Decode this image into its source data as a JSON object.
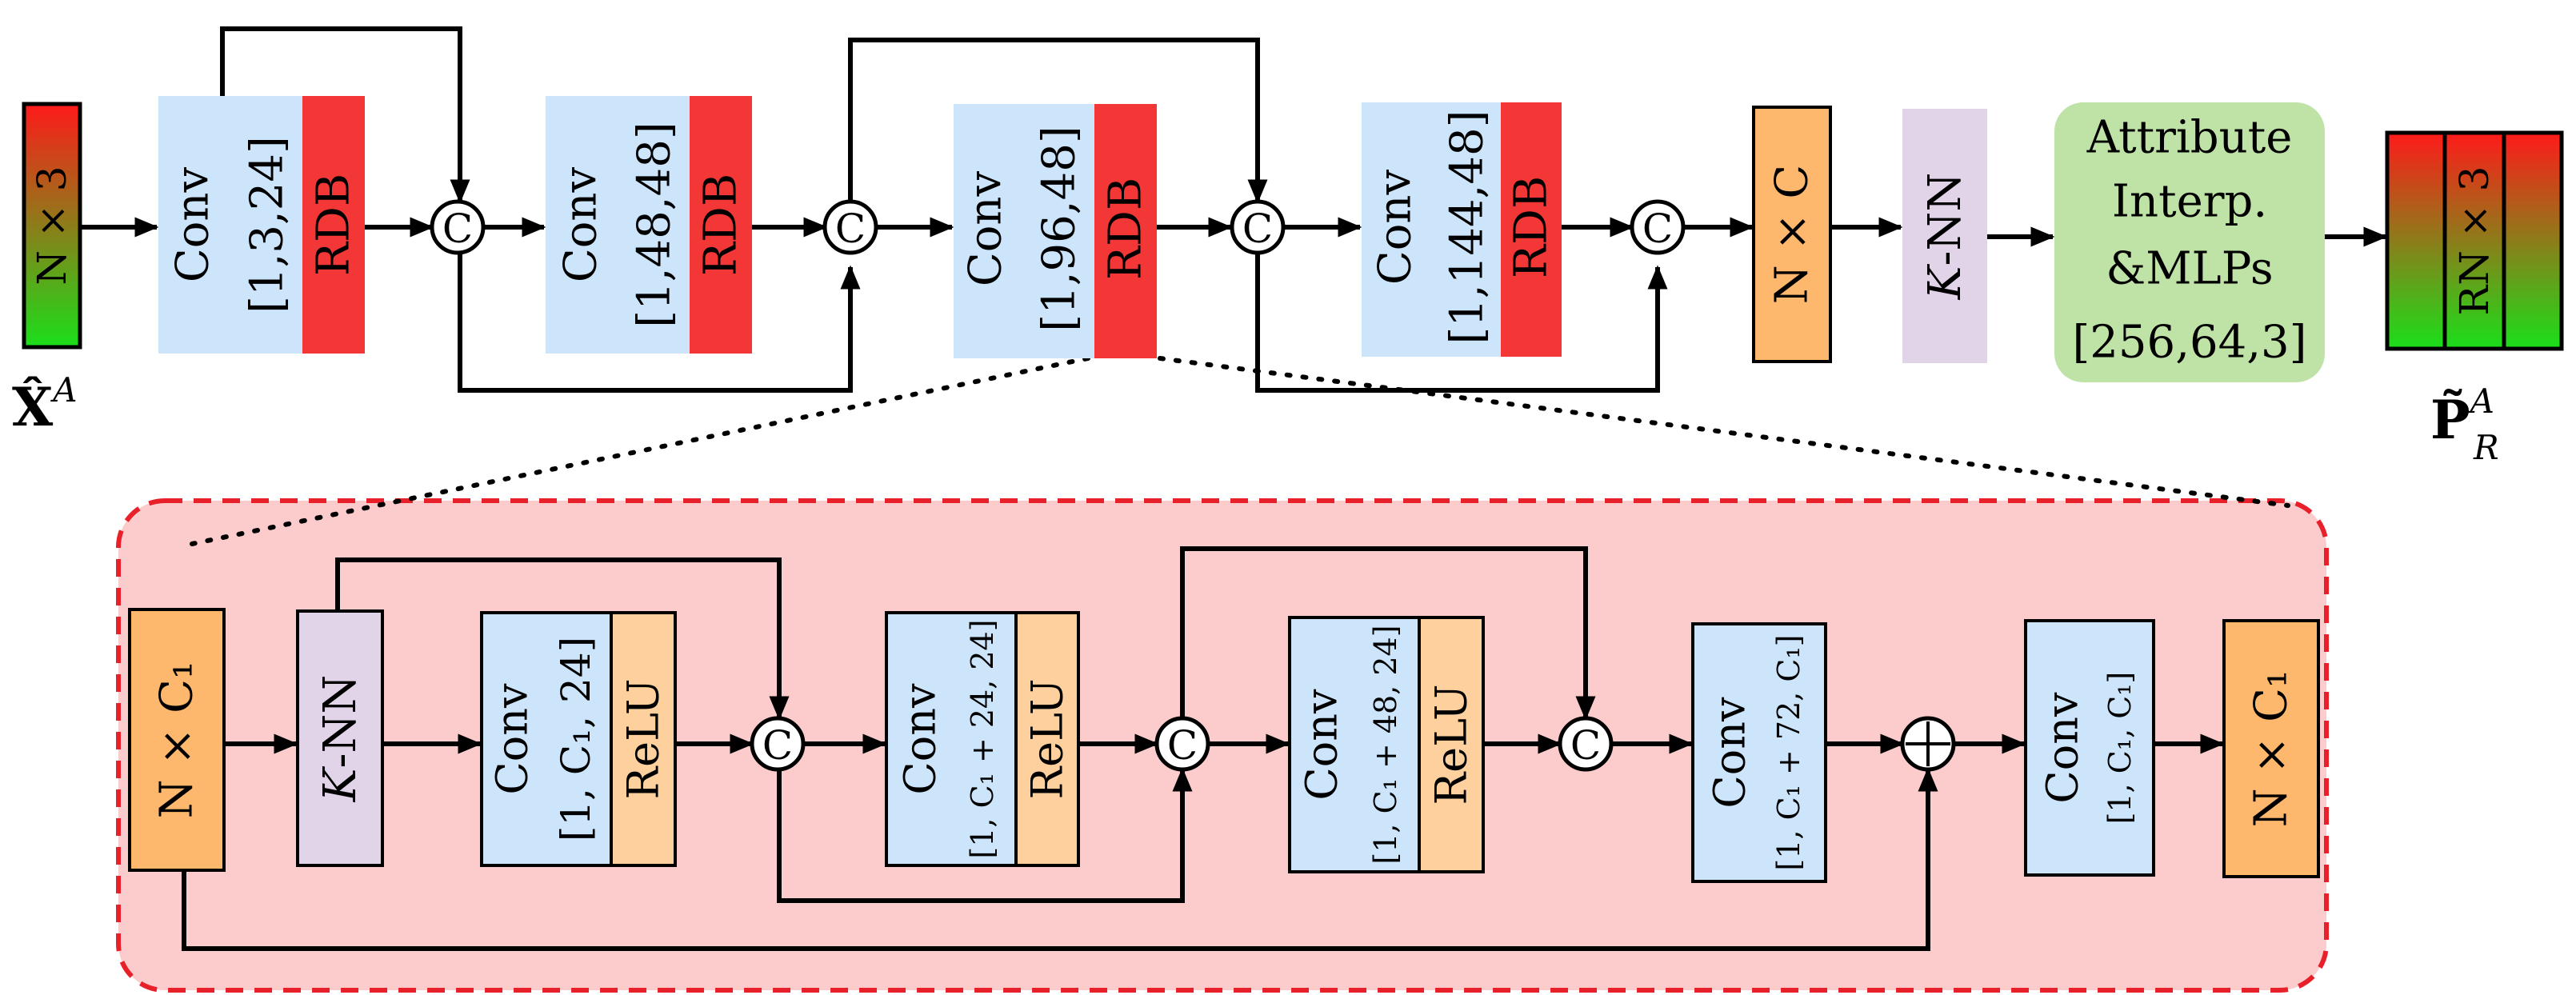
{
  "top": {
    "input_block": {
      "label": "N × 3",
      "symbol": "X̂",
      "superscript": "A"
    },
    "stages": [
      {
        "conv": "Conv",
        "params": "[1,3,24]",
        "rdb": "RDB"
      },
      {
        "conv": "Conv",
        "params": "[1,48,48]",
        "rdb": "RDB"
      },
      {
        "conv": "Conv",
        "params": "[1,96,48]",
        "rdb": "RDB"
      },
      {
        "conv": "Conv",
        "params": "[1,144,48]",
        "rdb": "RDB"
      }
    ],
    "concat_symbol": "C",
    "nxc": "N × C",
    "knn_k": "K",
    "knn_suffix": "-NN",
    "attr": {
      "line1": "Attribute",
      "line2": "Interp.",
      "line3": "&MLPs",
      "line4": "[256,64,3]"
    },
    "output_block": {
      "label": "RN × 3",
      "symbol": "P̃",
      "superscript": "A",
      "subscript": "R"
    }
  },
  "rdb_detail": {
    "nxc1_in": "N × C₁",
    "knn_k": "K",
    "knn_suffix": "-NN",
    "conv_relu": [
      {
        "conv": "Conv",
        "params": "[1, C₁, 24]",
        "relu": "ReLU"
      },
      {
        "conv": "Conv",
        "params": "[1, C₁ + 24, 24]",
        "relu": "ReLU"
      },
      {
        "conv": "Conv",
        "params": "[1, C₁ + 48, 24]",
        "relu": "ReLU"
      }
    ],
    "conv4": {
      "conv": "Conv",
      "params": "[1, C₁ + 72, C₁]"
    },
    "conv5": {
      "conv": "Conv",
      "params": "[1, C₁, C₁]"
    },
    "add_symbol": "+",
    "nxc1_out": "N × C₁"
  },
  "colors": {
    "conv": "#cce5fb",
    "rdb": "#f33636",
    "relu": "#fdd09e",
    "nxc": "#fdb86e",
    "knn": "#e2d4e8",
    "attr": "#bfe3a7",
    "detail_bg": "#fccbcb",
    "detail_border": "#e8202a",
    "grad_top": "#ff1a1a",
    "grad_bottom": "#1adf1a"
  }
}
